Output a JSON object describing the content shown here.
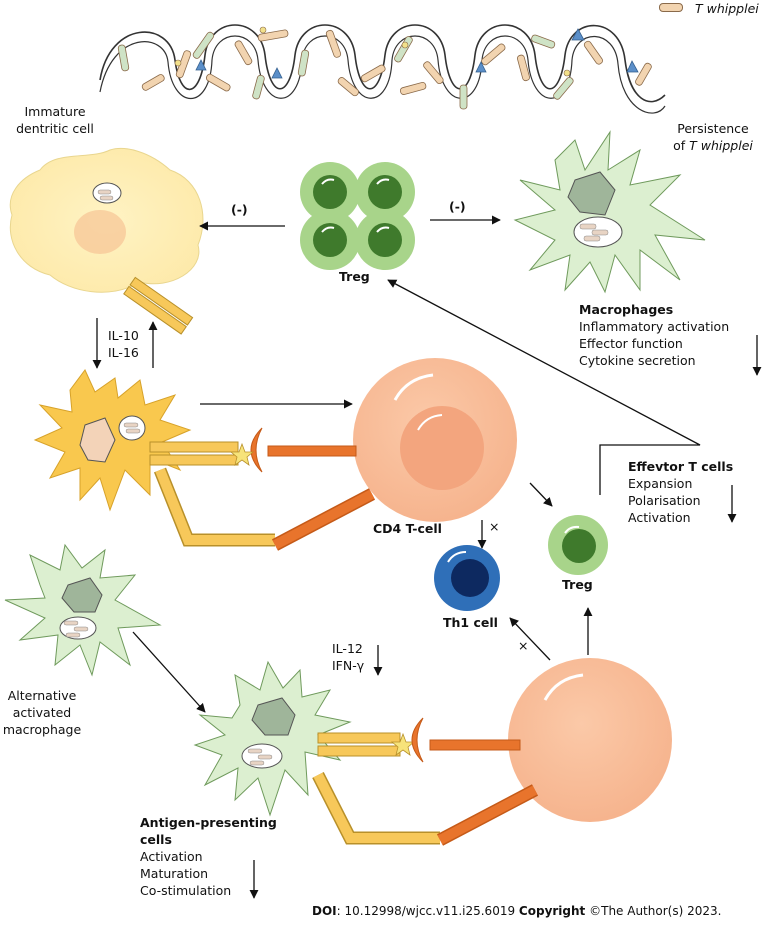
{
  "legend": {
    "label": "T whipplei"
  },
  "labels": {
    "immature_dc_line1": "Immature",
    "immature_dc_line2": "dentritic cell",
    "persistence_line1": "Persistence",
    "persistence_prefix": "of ",
    "persistence_italic": "T whipplei",
    "inhibit_left": "(-)",
    "inhibit_right": "(-)",
    "treg_top": "Treg",
    "il10": "IL-10",
    "il16": "IL-16",
    "cd4": "CD4 T-cell",
    "th1": "Th1 cell",
    "treg_mid": "Treg",
    "il12": "IL-12",
    "ifn": "IFN-γ",
    "alt_line1": "Alternative",
    "alt_line2": "activated",
    "alt_line3": "macrophage",
    "x_mark_1": "×",
    "x_mark_2": "×"
  },
  "macrophages": {
    "title": "Macrophages",
    "items": [
      "Inflammatory activation",
      "Effector function",
      "Cytokine secretion"
    ]
  },
  "effector": {
    "title": "Effevtor T cells",
    "items": [
      "Expansion",
      "Polarisation",
      "Activation"
    ]
  },
  "apc": {
    "title_line1": "Antigen-presenting",
    "title_line2": "cells",
    "items": [
      "Activation",
      "Maturation",
      "Co-stimulation"
    ]
  },
  "footer": {
    "doi_label": "DOI",
    "doi_value": ": 10.12998/wjcc.v11.i25.6019 ",
    "copyright_label": "Copyright",
    "copyright_value": " ©The Author(s) 2023."
  }
}
